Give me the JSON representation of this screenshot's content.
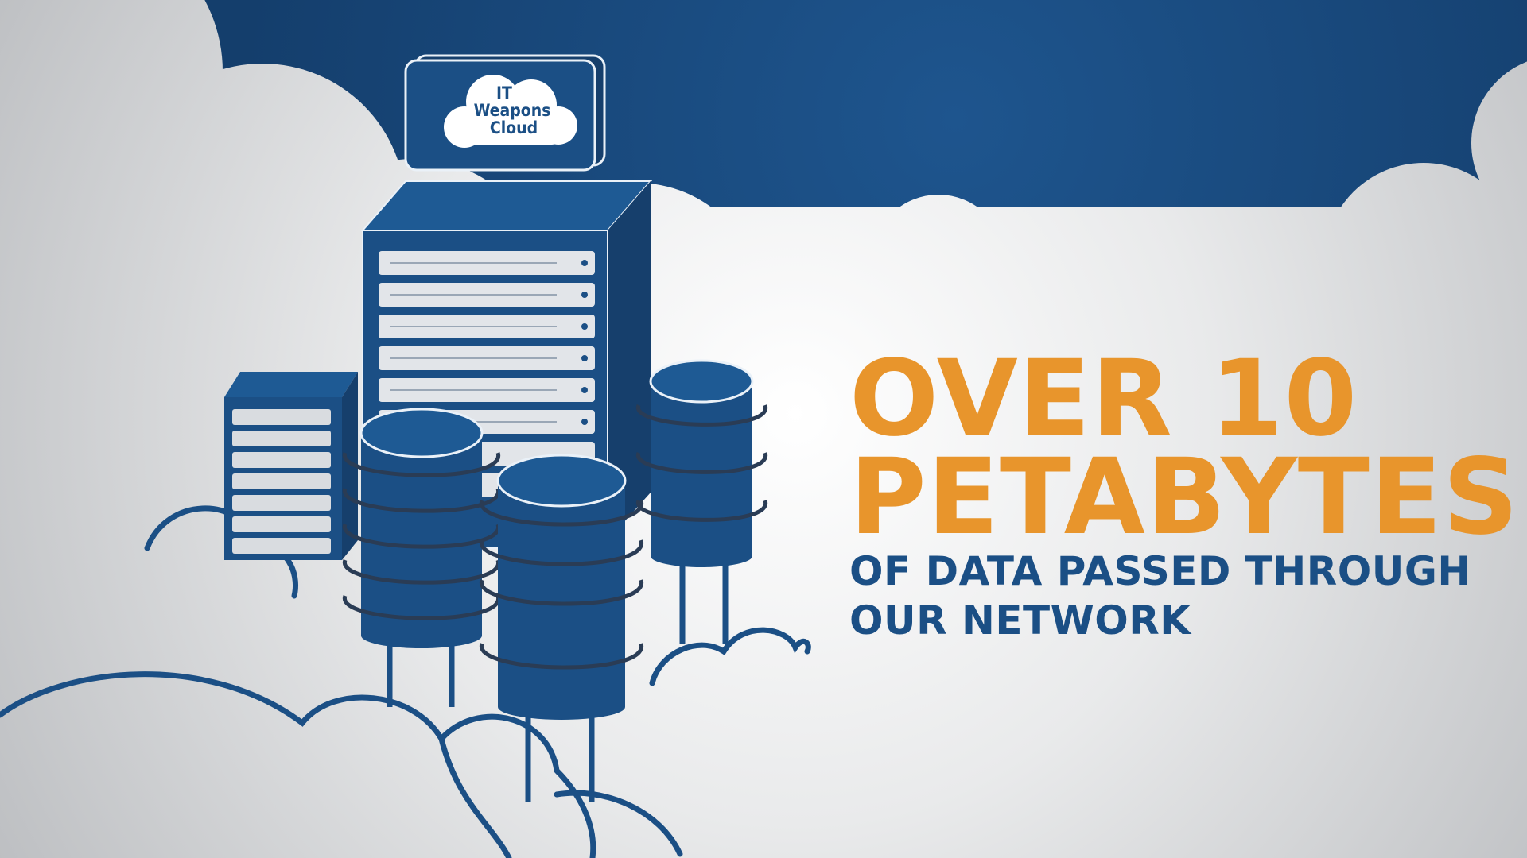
{
  "colors": {
    "sky": "#174A7E",
    "cloud": "#E4E5E6",
    "navy": "#1B4F85",
    "navy_dark": "#163F6C",
    "accent_orange": "#E8952C"
  },
  "server_badge": {
    "line1": "IT",
    "line2": "Weapons",
    "line3": "Cloud",
    "icon": "cloud-icon"
  },
  "headline": {
    "line1": "OVER 10",
    "line2": "PETABYTES",
    "line3": "OF DATA PASSED THROUGH",
    "line4": "OUR NETWORK"
  }
}
